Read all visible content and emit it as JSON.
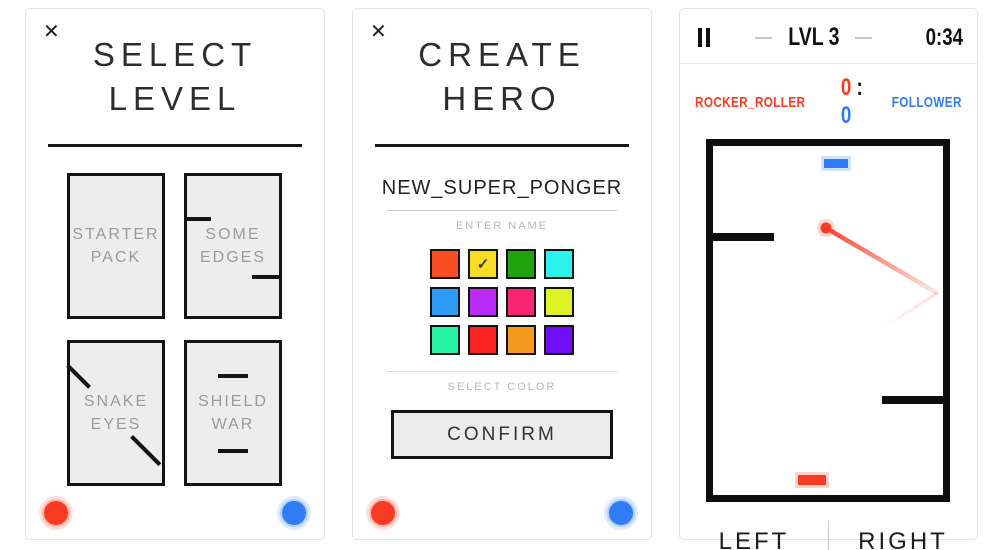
{
  "colors": {
    "red": "#f83b22",
    "blue": "#2e7cf6",
    "wall": "#0d0d0d"
  },
  "select_level": {
    "close_icon": "✕",
    "title_line1": "SELECT",
    "title_line2": "LEVEL",
    "levels": [
      {
        "line1": "STARTER",
        "line2": "PACK"
      },
      {
        "line1": "SOME",
        "line2": "EDGES"
      },
      {
        "line1": "SNAKE",
        "line2": "EYES"
      },
      {
        "line1": "SHIELD",
        "line2": "WAR"
      }
    ]
  },
  "create_hero": {
    "close_icon": "✕",
    "title_line1": "CREATE",
    "title_line2": "HERO",
    "name_value": "NEW_SUPER_PONGER",
    "name_hint": "ENTER NAME",
    "palette": [
      "#f94e23",
      "#f7dd26",
      "#1fa30d",
      "#2af3ec",
      "#2e9bf7",
      "#bb2bf7",
      "#f92572",
      "#dff226",
      "#25f2a2",
      "#f92323",
      "#f5991f",
      "#6e0df7"
    ],
    "selected_index": 1,
    "check_icon": "✓",
    "color_hint": "SELECT COLOR",
    "confirm_label": "CONFIRM"
  },
  "game": {
    "level_label": "LVL 3",
    "timer": "0:34",
    "player_left": {
      "name": "ROCKER_ROLLER",
      "score": "0",
      "color": "#f83b22"
    },
    "player_right": {
      "name": "FOLLOWER",
      "score": "0",
      "color": "#2e7cf6"
    },
    "score_separator": ":",
    "left_control": "LEFT",
    "right_control": "RIGHT"
  }
}
